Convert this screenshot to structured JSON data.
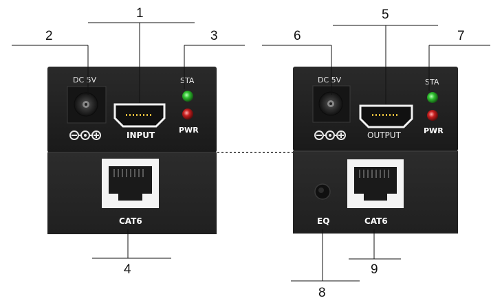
{
  "callouts": [
    "1",
    "2",
    "3",
    "4",
    "5",
    "6",
    "7",
    "8",
    "9"
  ],
  "transmitter": {
    "power_label": "DC 5V",
    "hdmi_label": "INPUT",
    "sta_label": "STA",
    "pwr_label": "PWR",
    "port_label": "CAT6"
  },
  "receiver": {
    "power_label": "DC 5V",
    "hdmi_label": "OUTPUT",
    "sta_label": "STA",
    "pwr_label": "PWR",
    "eq_label": "EQ",
    "port_label": "CAT6"
  },
  "colors": {
    "device_body": "#1e1e1e",
    "device_bottom": "#262626",
    "sta_led": "#2fbf2f",
    "pwr_led": "#c81e1e",
    "port_frame": "#ffffff"
  }
}
